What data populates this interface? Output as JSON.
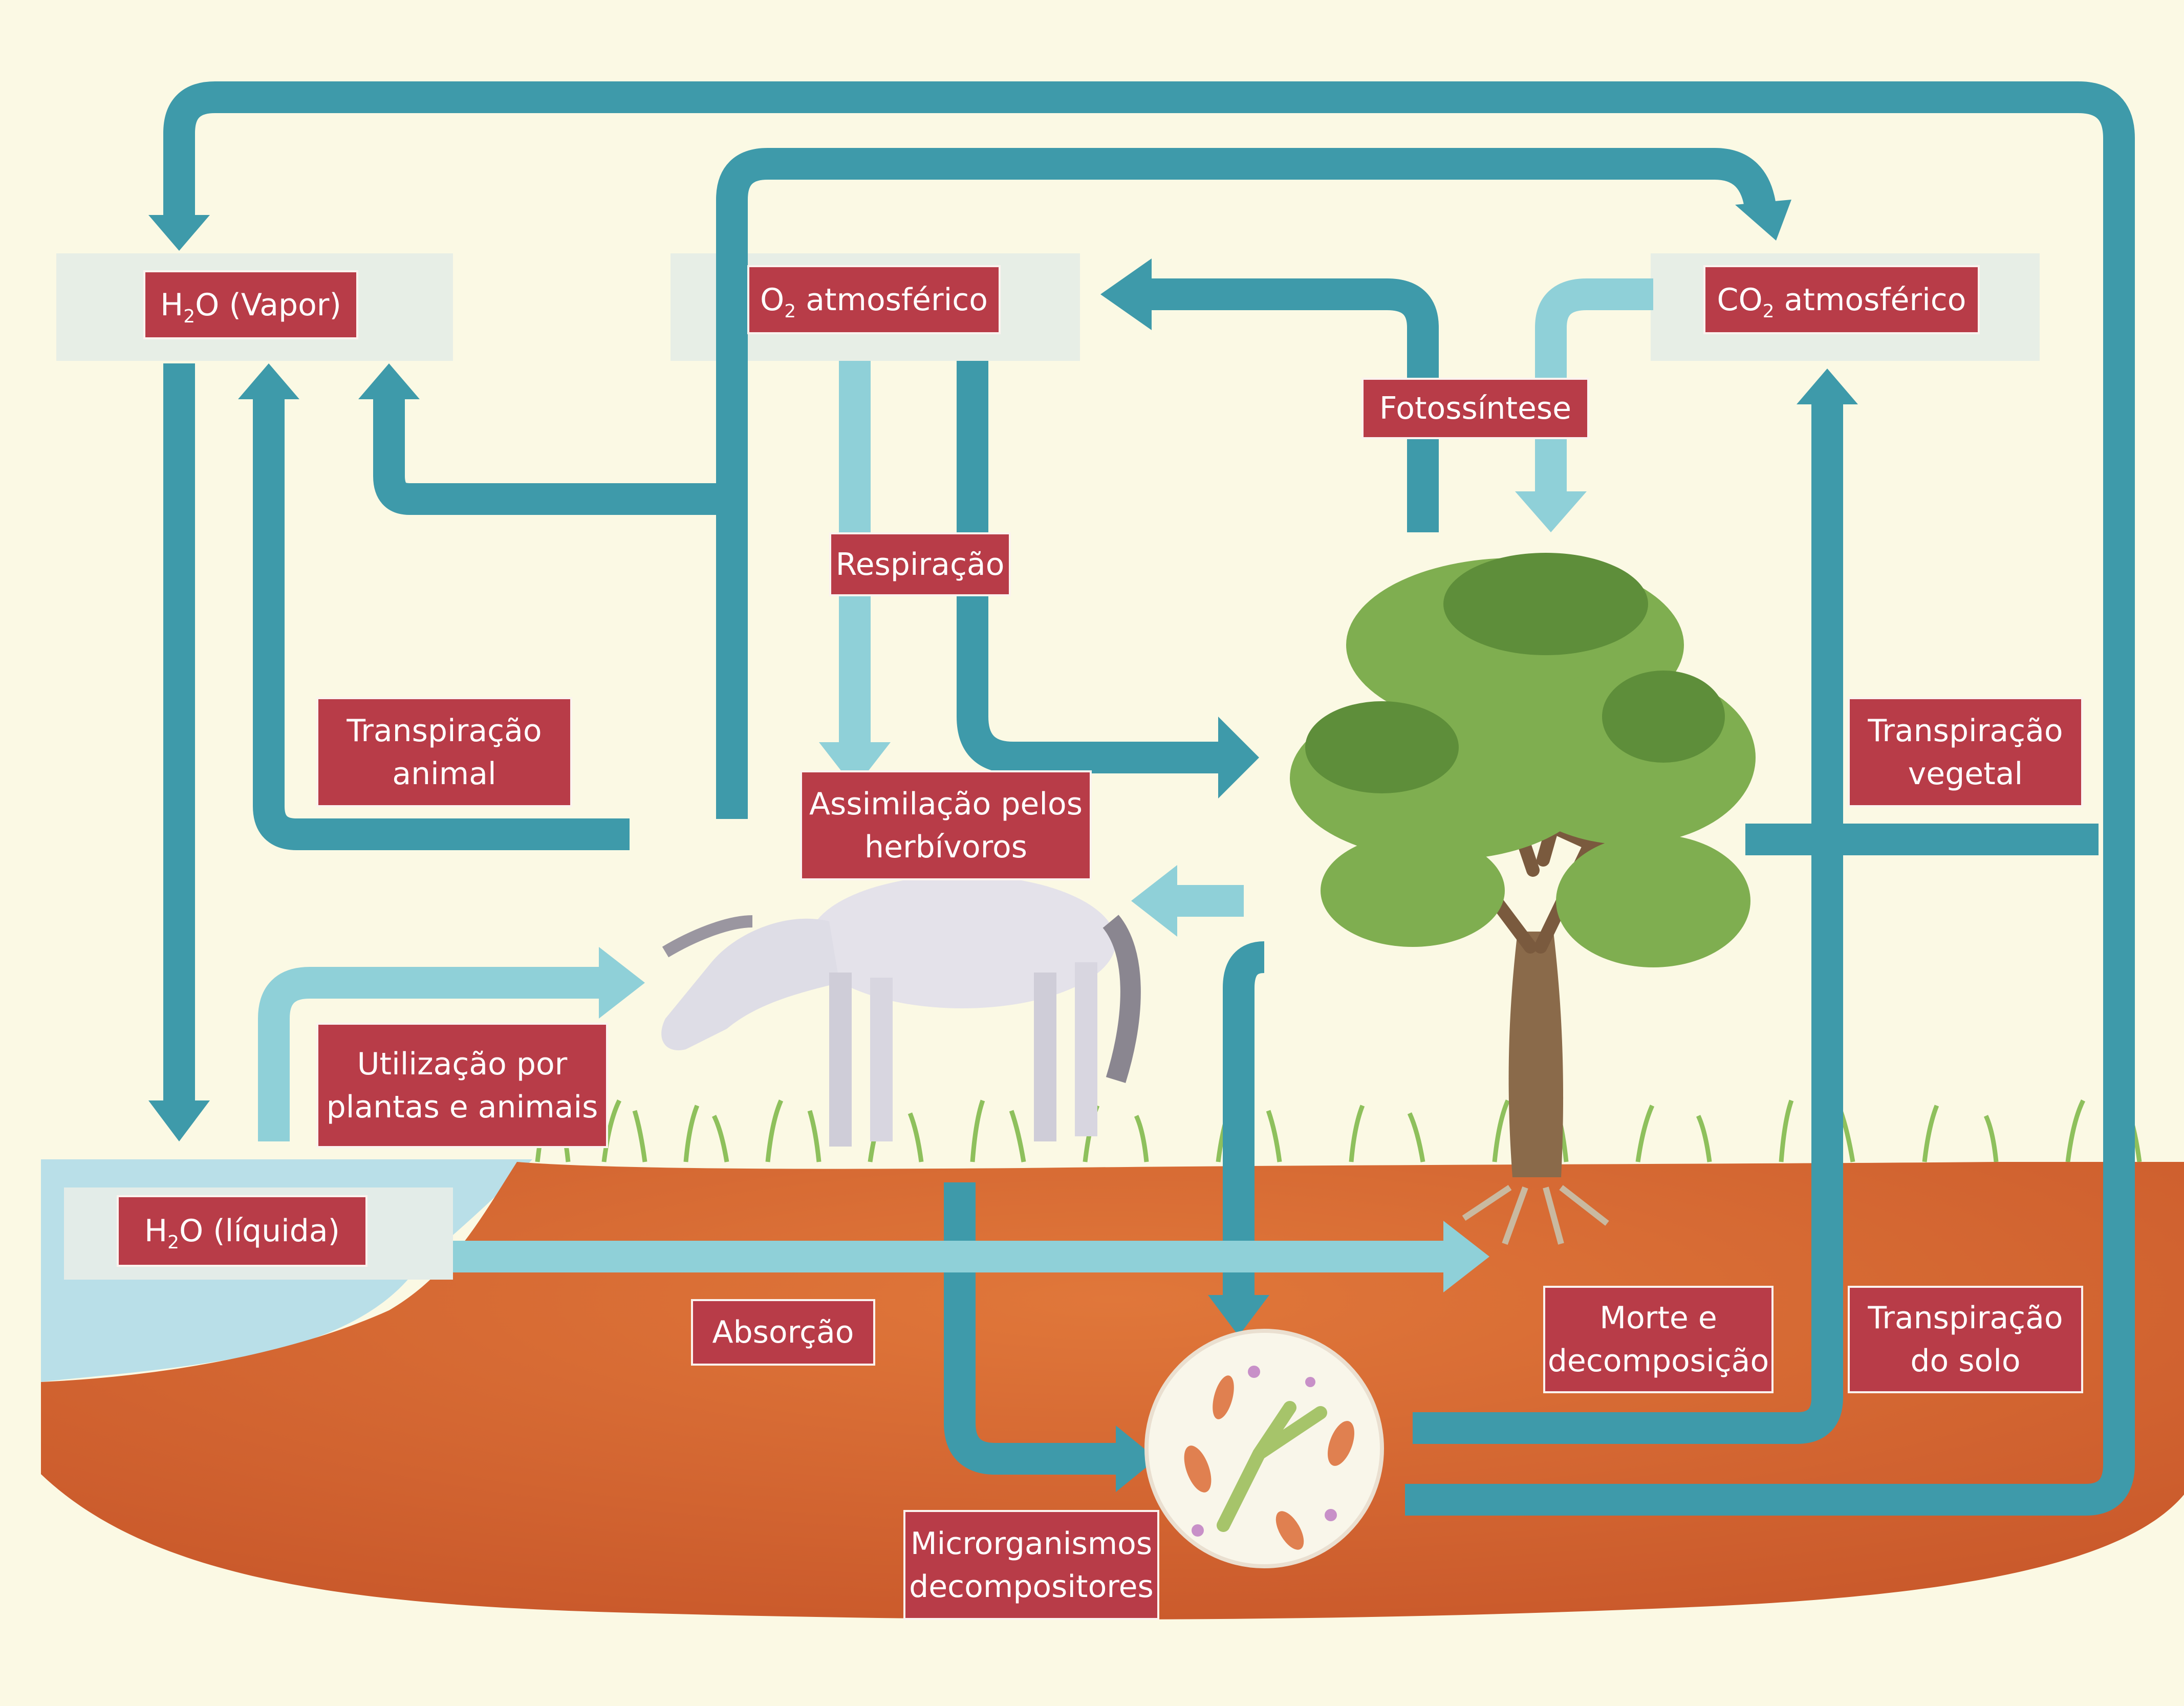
{
  "diagram": {
    "nodes": {
      "h2o_vapor": {
        "main": "H",
        "sub": "2",
        "rest": "O (Vapor)"
      },
      "o2": {
        "main": "O",
        "sub": "2",
        "rest": " atmosférico"
      },
      "co2": {
        "main": "CO",
        "sub": "2",
        "rest": " atmosférico"
      },
      "h2o_liquid": {
        "main": "H",
        "sub": "2",
        "rest": "O (líquida)"
      }
    },
    "processes": {
      "fotossintese": "Fotossíntese",
      "respiracao": "Respiração",
      "transpiracao_animal": [
        "Transpiração",
        "animal"
      ],
      "assimilacao": [
        "Assimilação pelos",
        "herbívoros"
      ],
      "transpiracao_vegetal": [
        "Transpiração",
        "vegetal"
      ],
      "utilizacao": [
        "Utilização por",
        "plantas e animais"
      ],
      "absorcao": "Absorção",
      "morte": [
        "Morte e",
        "decomposição"
      ],
      "transpiracao_solo": [
        "Transpiração",
        "do solo"
      ],
      "microrganismos": [
        "Microrganismos",
        "decompositores"
      ]
    },
    "colors": {
      "arrow_dark": "#3e9aaa",
      "arrow_light": "#8fd0d8",
      "label_bg": "#b83c48",
      "soil": "#d2642c",
      "background": "#fbf9e4"
    }
  }
}
